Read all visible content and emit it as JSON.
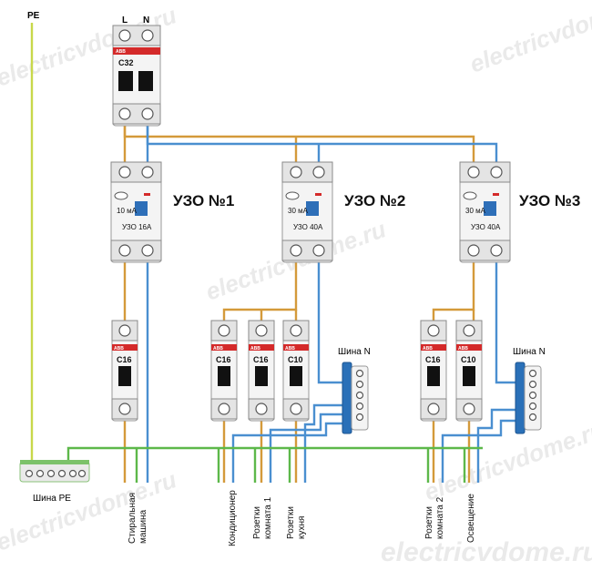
{
  "watermark": "electricvdome.ru",
  "input": {
    "pe": "PE",
    "l": "L",
    "n": "N"
  },
  "main_breaker": {
    "brand": "ABB",
    "rating": "C32"
  },
  "rcds": [
    {
      "title": "УЗО №1",
      "current": "10 мА",
      "rating": "УЗО 16А"
    },
    {
      "title": "УЗО №2",
      "current": "30 мА",
      "rating": "УЗО 40А"
    },
    {
      "title": "УЗО №3",
      "current": "30 мА",
      "rating": "УЗО 40А"
    }
  ],
  "breakers": [
    {
      "brand": "ABB",
      "rating": "C16"
    },
    {
      "brand": "ABB",
      "rating": "C16"
    },
    {
      "brand": "ABB",
      "rating": "C16"
    },
    {
      "brand": "ABB",
      "rating": "C10"
    },
    {
      "brand": "ABB",
      "rating": "C16"
    },
    {
      "brand": "ABB",
      "rating": "C10"
    }
  ],
  "buses": {
    "n1": "Шина N",
    "n2": "Шина N",
    "pe": "Шина PE"
  },
  "loads": [
    {
      "line1": "Стиральная",
      "line2": "машина"
    },
    {
      "line1": "Кондиционер",
      "line2": ""
    },
    {
      "line1": "Розетки",
      "line2": "комната 1"
    },
    {
      "line1": "Розетки",
      "line2": "кухня"
    },
    {
      "line1": "Розетки",
      "line2": "комната 2"
    },
    {
      "line1": "Освещение",
      "line2": ""
    }
  ],
  "colors": {
    "phase": "#d49a3a",
    "neutral": "#4a8fd0",
    "pe": "#5db84a",
    "red": "#d42a2a"
  }
}
